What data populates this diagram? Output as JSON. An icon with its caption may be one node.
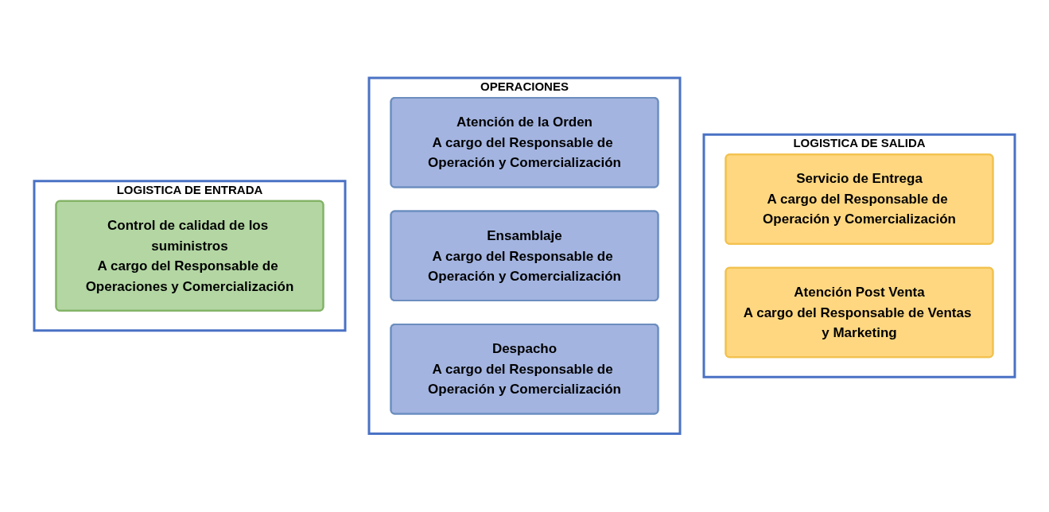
{
  "diagram": {
    "nodes": [
      {
        "text": [
          "LOGISTICA DE ENTRADA"
        ]
      },
      {
        "text": [
          "Control de calidad de los suministros",
          "A cargo del Responsable de Operaciones y Comercialización"
        ],
        "in": 0
      },
      {
        "text": [
          "OPERACIONES"
        ]
      },
      {
        "text": [
          "Atención de la Orden",
          "A cargo del Responsable de Operación y Comercialización"
        ],
        "in": 2
      },
      {
        "text": [
          "Ensamblaje",
          "A cargo del Responsable de Operación y Comercialización"
        ],
        "in": 2
      },
      {
        "text": [
          "Despacho",
          "A cargo del Responsable de Operación y Comercialización"
        ],
        "in": 2
      },
      {
        "text": [
          "LOGISTICA DE SALIDA"
        ]
      },
      {
        "text": [
          "Servicio de Entrega",
          "A cargo del Responsable de Operación y Comercialización"
        ],
        "in": 6
      },
      {
        "text": [
          "Atención Post Venta",
          "A cargo del Responsable de Ventas y Marketing"
        ],
        "in": 6
      }
    ]
  }
}
